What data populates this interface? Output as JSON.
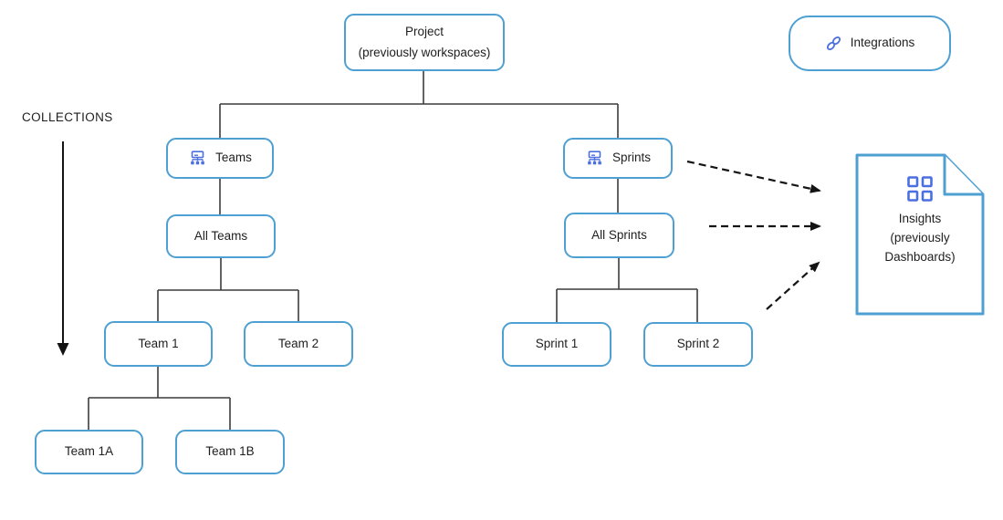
{
  "collections": {
    "label": "COLLECTIONS"
  },
  "nodes": {
    "project": {
      "line1": "Project",
      "line2": "(previously workspaces)"
    },
    "teams": {
      "label": "Teams"
    },
    "sprints": {
      "label": "Sprints"
    },
    "all_teams": {
      "label": "All Teams"
    },
    "all_sprints": {
      "label": "All Sprints"
    },
    "team1": {
      "label": "Team 1"
    },
    "team2": {
      "label": "Team 2"
    },
    "team1a": {
      "label": "Team 1A"
    },
    "team1b": {
      "label": "Team 1B"
    },
    "sprint1": {
      "label": "Sprint 1"
    },
    "sprint2": {
      "label": "Sprint 2"
    },
    "integrations": {
      "label": "Integrations"
    },
    "insights": {
      "line1": "Insights",
      "line2": "(previously",
      "line3": "Dashboards)"
    }
  },
  "icons": {
    "teams": "org-chart-icon",
    "sprints": "org-chart-icon",
    "integrations": "link-icon",
    "insights": "dashboard-grid-icon"
  },
  "colors": {
    "node_border": "#4FA0D2",
    "icon_blue": "#4B6FE0",
    "connector": "#3c3c3c",
    "arrow": "#141414",
    "text": "#1e1e1e",
    "background": "#ffffff"
  }
}
